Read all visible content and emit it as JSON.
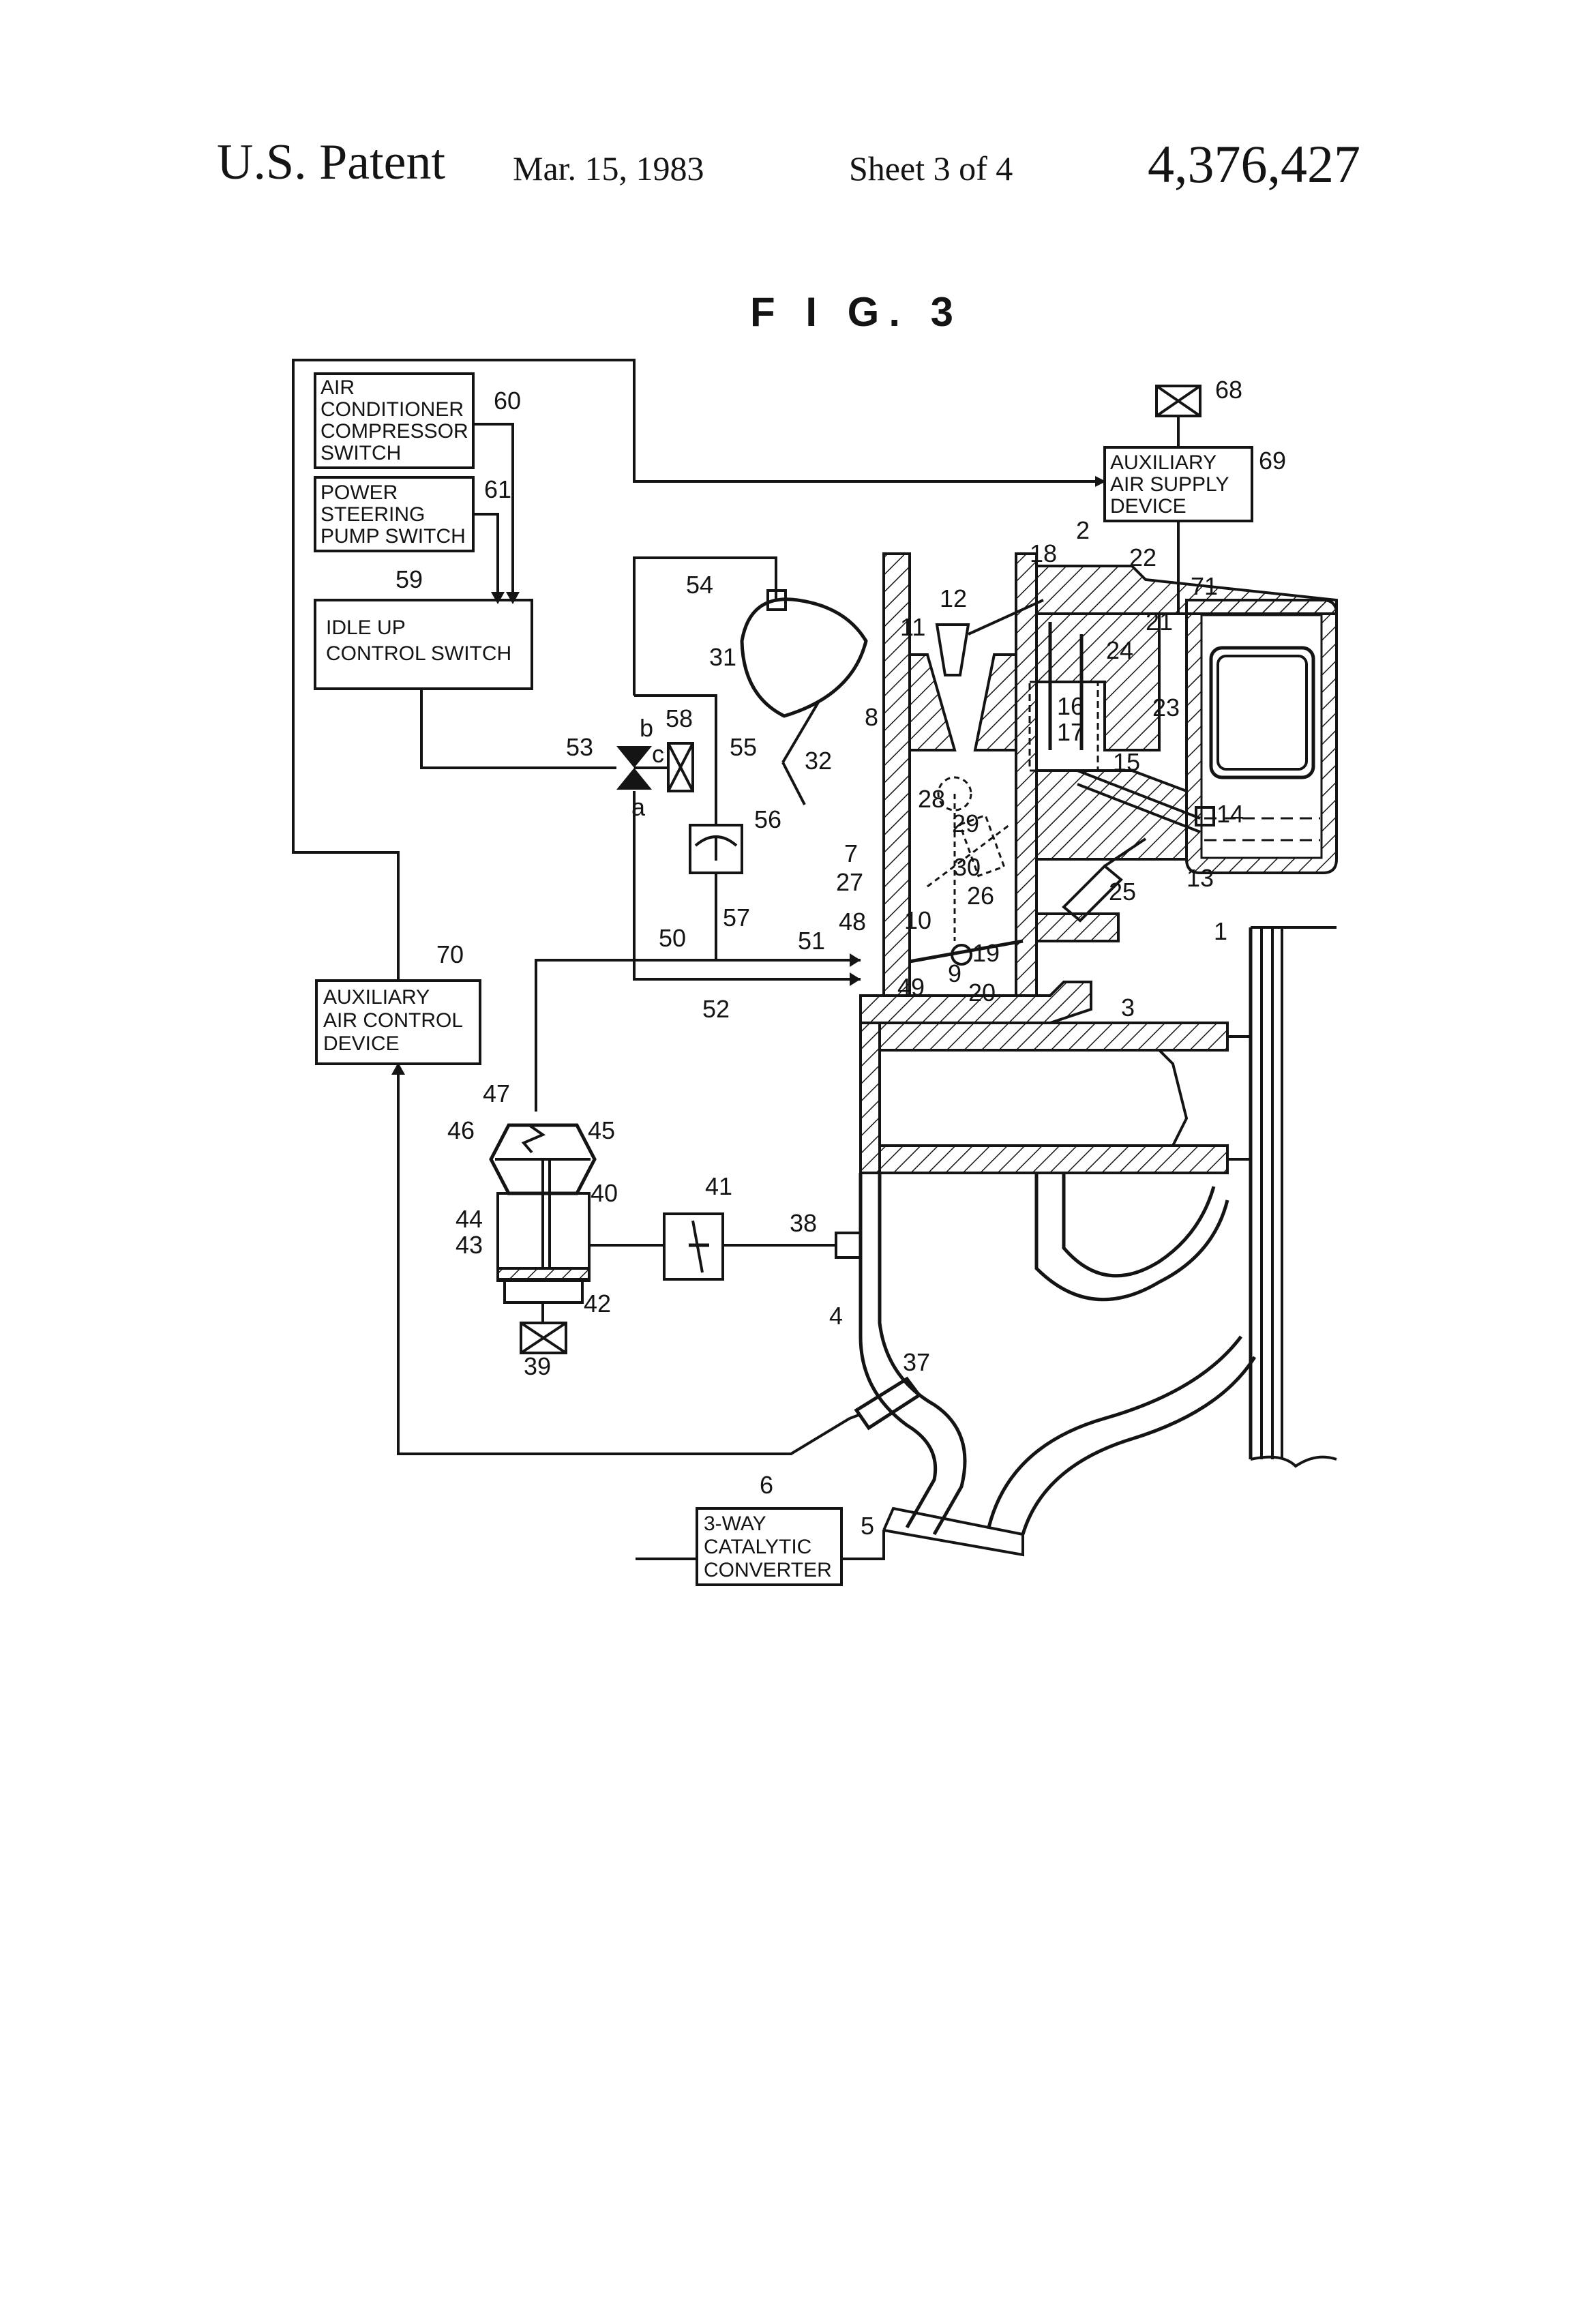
{
  "header": {
    "left": "U.S. Patent",
    "date": "Mar. 15, 1983",
    "sheet": "Sheet 3 of 4",
    "patent_number": "4,376,427"
  },
  "figure_label": "F I G. 3",
  "boxes": {
    "ac_switch": [
      "AIR",
      "CONDITIONER",
      "COMPRESSOR",
      "SWITCH"
    ],
    "ps_switch": [
      "POWER",
      "STEERING",
      "PUMP SWITCH"
    ],
    "idle_up": [
      "IDLE UP",
      "CONTROL SWITCH"
    ],
    "aux_supply": [
      "AUXILIARY",
      "AIR SUPPLY",
      "DEVICE"
    ],
    "aux_control": [
      "AUXILIARY",
      "AIR CONTROL",
      "DEVICE"
    ],
    "converter": [
      "3-WAY",
      "CATALYTIC",
      "CONVERTER"
    ]
  },
  "valve_ports": {
    "a": "a",
    "b": "b",
    "c": "c"
  },
  "refs": {
    "r1": "1",
    "r2": "2",
    "r3": "3",
    "r4": "4",
    "r5": "5",
    "r6": "6",
    "r7": "7",
    "r8": "8",
    "r9": "9",
    "r10": "10",
    "r11": "11",
    "r12": "12",
    "r13": "13",
    "r14": "14",
    "r15": "15",
    "r16": "16",
    "r17": "17",
    "r18": "18",
    "r19": "19",
    "r20": "20",
    "r21": "21",
    "r22": "22",
    "r23": "23",
    "r24": "24",
    "r25": "25",
    "r26": "26",
    "r27": "27",
    "r28": "28",
    "r29": "29",
    "r30": "30",
    "r31": "31",
    "r32": "32",
    "r37": "37",
    "r38": "38",
    "r39": "39",
    "r40": "40",
    "r41": "41",
    "r42": "42",
    "r43": "43",
    "r44": "44",
    "r45": "45",
    "r46": "46",
    "r47": "47",
    "r48": "48",
    "r49": "49",
    "r50": "50",
    "r51": "51",
    "r52": "52",
    "r53": "53",
    "r54": "54",
    "r55": "55",
    "r56": "56",
    "r57": "57",
    "r58": "58",
    "r59": "59",
    "r60": "60",
    "r61": "61",
    "r68": "68",
    "r69": "69",
    "r70": "70",
    "r71": "71"
  }
}
